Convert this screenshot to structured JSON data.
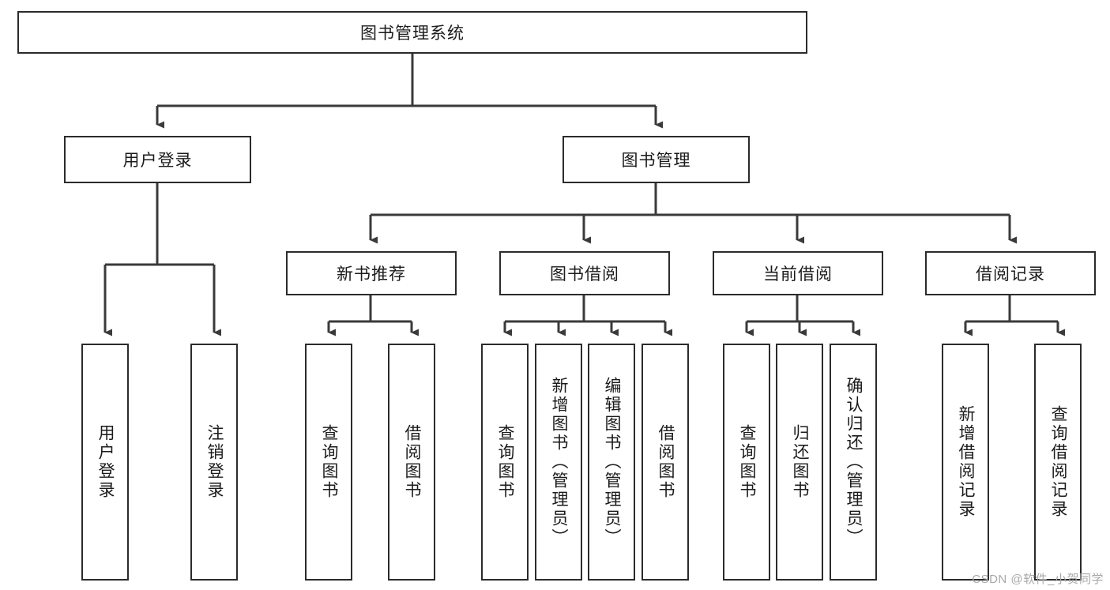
{
  "diagram": {
    "type": "tree",
    "title": "图书管理系统",
    "watermark": "CSDN @软件_小贺同学",
    "colors": {
      "box_border": "#2b2b2b",
      "box_fill": "#ffffff",
      "connector": "#3a3a3a",
      "text": "#1b1b1b",
      "watermark": "#a8a8a8"
    },
    "nodes": {
      "root": {
        "label": "图书管理系统"
      },
      "level2": [
        {
          "id": "user-login",
          "label": "用户登录"
        },
        {
          "id": "book-management",
          "label": "图书管理"
        }
      ],
      "level3": [
        {
          "id": "new-book-recommend",
          "label": "新书推荐"
        },
        {
          "id": "book-borrow",
          "label": "图书借阅"
        },
        {
          "id": "current-borrow",
          "label": "当前借阅"
        },
        {
          "id": "borrow-record",
          "label": "借阅记录"
        }
      ],
      "leaves": {
        "user-login": [
          {
            "id": "leaf-user-login",
            "label": "用户登录"
          },
          {
            "id": "leaf-logout-login",
            "label": "注销登录"
          }
        ],
        "new-book-recommend": [
          {
            "id": "leaf-query-book-1",
            "label": "查询图书"
          },
          {
            "id": "leaf-borrow-book-1",
            "label": "借阅图书"
          }
        ],
        "book-borrow": [
          {
            "id": "leaf-query-book-2",
            "label": "查询图书"
          },
          {
            "id": "leaf-add-book-admin",
            "label": "新增图书（管理员）"
          },
          {
            "id": "leaf-edit-book-admin",
            "label": "编辑图书（管理员）"
          },
          {
            "id": "leaf-borrow-book-2",
            "label": "借阅图书"
          }
        ],
        "current-borrow": [
          {
            "id": "leaf-query-book-3",
            "label": "查询图书"
          },
          {
            "id": "leaf-return-book",
            "label": "归还图书"
          },
          {
            "id": "leaf-confirm-return-admin",
            "label": "确认归还（管理员）"
          }
        ],
        "borrow-record": [
          {
            "id": "leaf-add-borrow-record",
            "label": "新增借阅记录"
          },
          {
            "id": "leaf-query-borrow-record",
            "label": "查询借阅记录"
          }
        ]
      }
    }
  }
}
